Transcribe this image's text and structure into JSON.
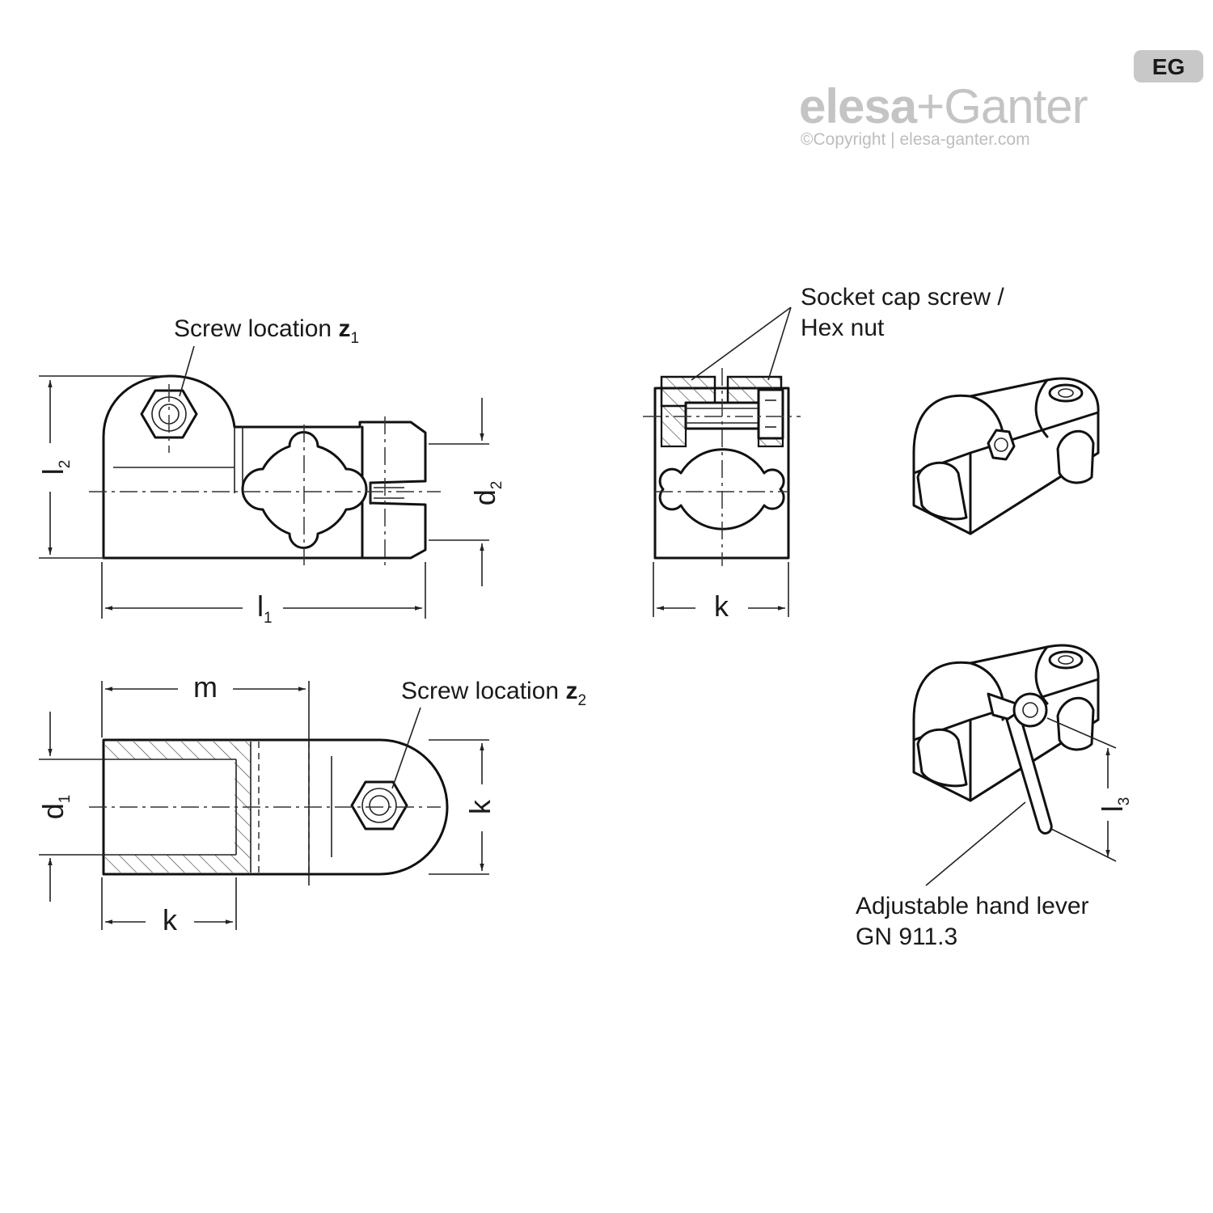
{
  "brand": {
    "name_part1": "elesa",
    "name_plus": "+",
    "name_part2": "Ganter",
    "badge": "EG",
    "copyright": "©Copyright | elesa-ganter.com",
    "color": "#c4c4c4"
  },
  "labels": {
    "screw_location_prefix": "Screw location ",
    "screw_z": "z",
    "screw_z1_sub": "1",
    "screw_z2_sub": "2",
    "socket_line1": "Socket cap screw /",
    "socket_line2": "Hex nut",
    "lever_line1": "Adjustable hand lever",
    "lever_line2": "GN 911.3"
  },
  "dimensions": {
    "l": "l",
    "d": "d",
    "sub1": "1",
    "sub2": "2",
    "sub3": "3",
    "k": "k",
    "m": "m"
  }
}
